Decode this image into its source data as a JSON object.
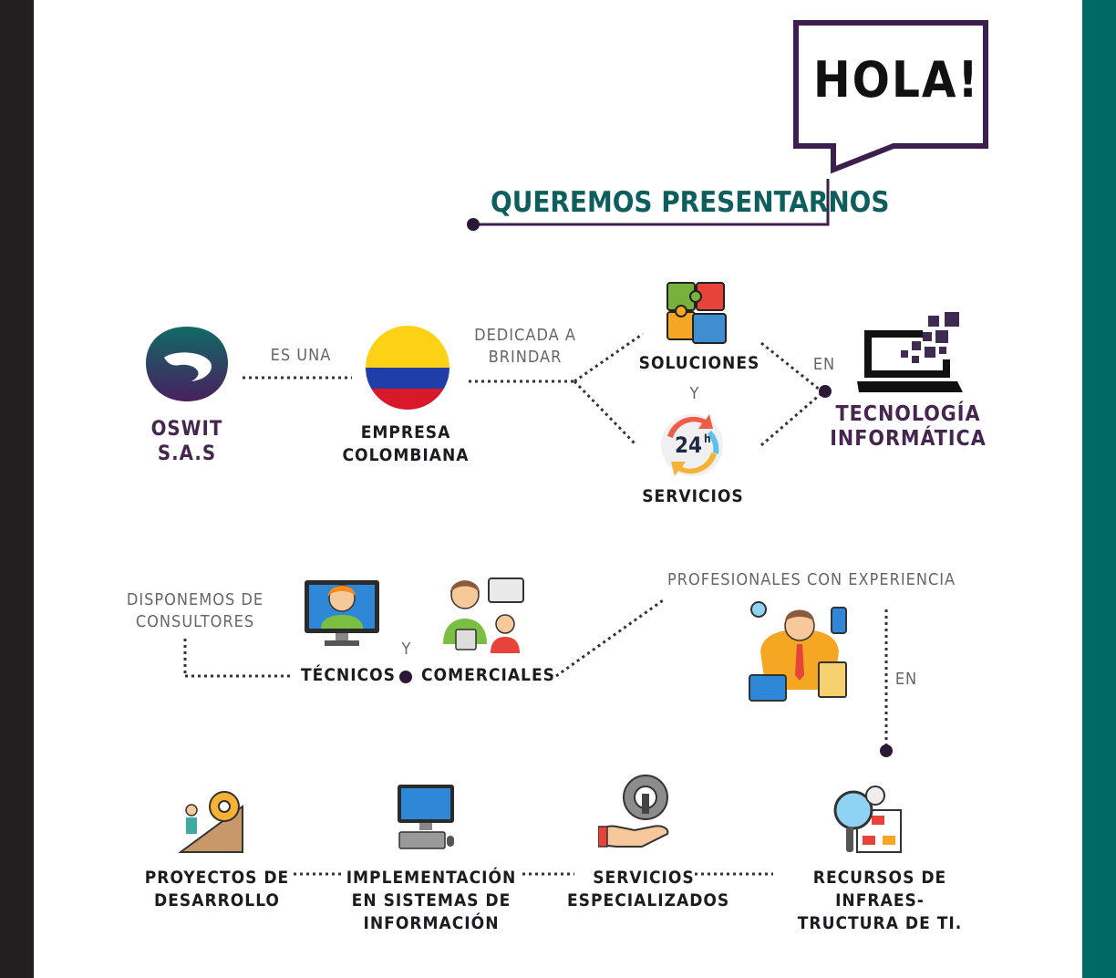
{
  "colors": {
    "left_bar": "#231f20",
    "right_bar": "#006966",
    "teal_text": "#0d5e5d",
    "purple": "#3d1f4d"
  },
  "header": {
    "greeting": "HOLA!",
    "subtitle": "QUEREMOS PRESENTARNOS"
  },
  "row1": {
    "company": "OSWIT\nS.A.S",
    "es_una": "ES UNA",
    "empresa": "EMPRESA\nCOLOMBIANA",
    "dedicada": "DEDICADA A\nBRINDAR",
    "soluciones": "SOLUCIONES",
    "y": "Y",
    "servicios": "SERVICIOS",
    "en": "EN",
    "tecnologia": "TECNOLOGÍA\nINFORMÁTICA",
    "badge_24": "24",
    "badge_h": "h"
  },
  "row2": {
    "disponemos": "DISPONEMOS DE\nCONSULTORES",
    "tecnicos": "TÉCNICOS",
    "y": "Y",
    "comerciales": "COMERCIALES",
    "profesionales": "PROFESIONALES CON EXPERIENCIA",
    "en": "EN"
  },
  "row3": {
    "proyectos": "PROYECTOS DE\nDESARROLLO",
    "implementacion": "IMPLEMENTACIÓN\nEN SISTEMAS DE\nINFORMACIÓN",
    "servicios": "SERVICIOS\nESPECIALIZADOS",
    "recursos": "RECURSOS DE INFRAES-\nTRUCTURA DE TI."
  },
  "icons": [
    "oswit-logo-icon",
    "colombia-flag-icon",
    "puzzle-icon",
    "24h-service-icon",
    "laptop-pixels-icon",
    "technician-monitor-icon",
    "call-center-icon",
    "multitask-professional-icon",
    "climber-gear-icon",
    "desktop-computer-icon",
    "hand-gear-icon",
    "search-diagram-icon"
  ]
}
